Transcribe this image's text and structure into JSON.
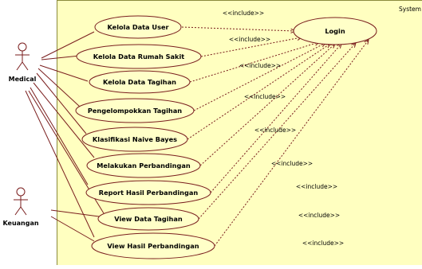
{
  "colors": {
    "system_fill": "#ffffc0",
    "system_border": "#8a8a3c",
    "usecase_fill": "#ffffc8",
    "stroke": "#7a1e1e",
    "text": "#000000"
  },
  "system": {
    "label": "System"
  },
  "actors": [
    {
      "id": "medical",
      "label": "Medical"
    },
    {
      "id": "keuangan",
      "label": "Keuangan"
    }
  ],
  "login": {
    "label": "Login"
  },
  "use_cases": [
    {
      "label": "Kelola Data User",
      "include": "<<include>>"
    },
    {
      "label": "Kelola Data Rumah Sakit",
      "include": "<<include>>"
    },
    {
      "label": "Kelola Data Tagihan",
      "include": "<<include>>"
    },
    {
      "label": "Pengelompokkan Tagihan",
      "include": "<<include>>"
    },
    {
      "label": "Klasifikasi Naive Bayes",
      "include": "<<include>>"
    },
    {
      "label": "Melakukan Perbandingan",
      "include": "<<include>>"
    },
    {
      "label": "Report Hasil Perbandingan",
      "include": "<<include>>"
    },
    {
      "label": "View Data Tagihan",
      "include": "<<include>>"
    },
    {
      "label": "View Hasil Perbandingan",
      "include": "<<include>>"
    }
  ]
}
